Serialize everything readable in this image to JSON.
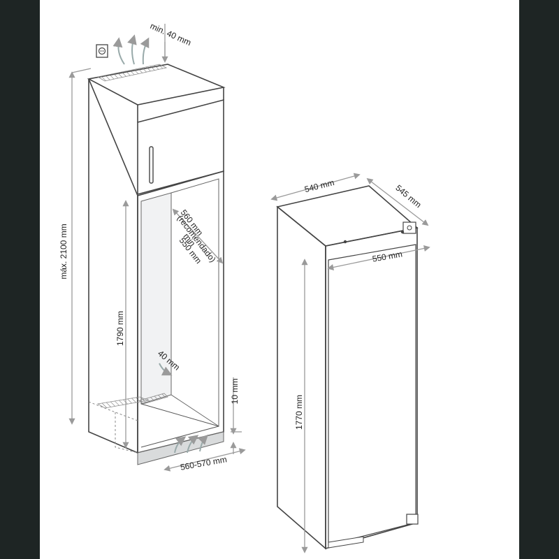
{
  "diagram": {
    "cabinet": {
      "clearance_top": "min. 40 mm",
      "max_height": "máx. 2100 mm",
      "niche_width_top": "560 mm",
      "niche_width_recommended": "(recomendado)",
      "niche_width_min": "min",
      "niche_width_min_value": "550 mm",
      "niche_height": "1790 mm",
      "rear_vent_gap": "40 mm",
      "plinth_gap": "10 mm",
      "depth": "560-570 mm"
    },
    "appliance": {
      "width": "540 mm",
      "depth": "545 mm",
      "door_width": "550 mm",
      "height": "1770 mm"
    }
  },
  "colors": {
    "background_bands": "#1e2524",
    "canvas": "#ffffff",
    "outline": "#444444",
    "dimension_lines": "#9a9a9a",
    "inner_panel": "#f1f2f3",
    "plinth": "#d9dbdc"
  }
}
